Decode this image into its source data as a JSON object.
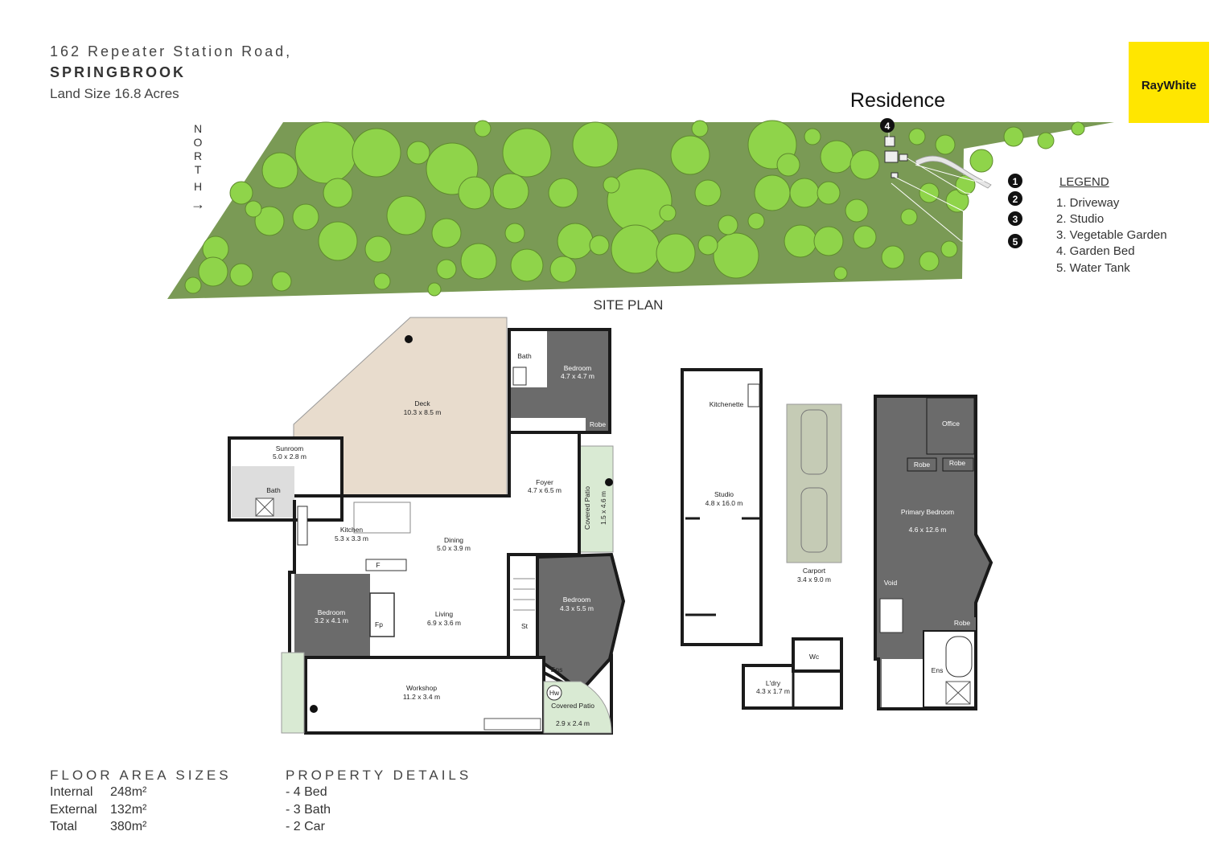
{
  "header": {
    "address": "162 Repeater Station Road,",
    "suburb": "SPRINGBROOK",
    "land_size": "Land Size  16.8 Acres"
  },
  "brand": {
    "name": "RayWhite",
    "color": "#ffe600"
  },
  "site_plan": {
    "title": "SITE PLAN",
    "residence_label": "Residence",
    "north_letters": [
      "N",
      "O",
      "R",
      "T",
      "H"
    ],
    "north_arrow": "→",
    "markers": [
      "1",
      "2",
      "3",
      "4",
      "5"
    ],
    "land_color": "#7a9a55",
    "tree_color": "#8fd44a"
  },
  "legend": {
    "title": "LEGEND",
    "items": [
      "1. Driveway",
      "2. Studio",
      "3. Vegetable Garden",
      "4. Garden Bed",
      "5. Water Tank"
    ]
  },
  "rooms": {
    "deck": {
      "name": "Deck",
      "size": "10.3 x 8.5 m"
    },
    "bath_top": {
      "name": "Bath"
    },
    "bedroom_top": {
      "name": "Bedroom",
      "size": "4.7 x 4.7 m"
    },
    "robe_top": {
      "name": "Robe"
    },
    "sunroom": {
      "name": "Sunroom",
      "size": "5.0 x 2.8 m"
    },
    "bath_left": {
      "name": "Bath"
    },
    "foyer": {
      "name": "Foyer",
      "size": "4.7 x 6.5 m"
    },
    "covered_patio_side": {
      "name": "Covered Patio",
      "size": "1.5 x 4.6 m"
    },
    "kitchen": {
      "name": "Kitchen",
      "size": "5.3 x 3.3 m"
    },
    "dining": {
      "name": "Dining",
      "size": "5.0 x 3.9 m"
    },
    "fridge": {
      "name": "F"
    },
    "bedroom_left": {
      "name": "Bedroom",
      "size": "3.2 x 4.1 m"
    },
    "fireplace": {
      "name": "Fp"
    },
    "living": {
      "name": "Living",
      "size": "6.9 x 3.6 m"
    },
    "bedroom_right": {
      "name": "Bedroom",
      "size": "4.3 x 5.5 m"
    },
    "store": {
      "name": "St"
    },
    "ensuite": {
      "name": "Ens"
    },
    "hot_water": {
      "name": "Hw"
    },
    "workshop": {
      "name": "Workshop",
      "size": "11.2 x 3.4 m"
    },
    "covered_patio_bottom": {
      "name": "Covered Patio",
      "size": "2.9 x 2.4 m"
    },
    "kitchenette": {
      "name": "Kitchenette"
    },
    "studio": {
      "name": "Studio",
      "size": "4.8 x 16.0 m"
    },
    "carport": {
      "name": "Carport",
      "size": "3.4 x 9.0 m"
    },
    "laundry": {
      "name": "L'dry",
      "size": "4.3 x 1.7 m"
    },
    "wc": {
      "name": "Wc"
    },
    "office": {
      "name": "Office"
    },
    "robe_a": {
      "name": "Robe"
    },
    "robe_b": {
      "name": "Robe"
    },
    "primary_bedroom": {
      "name": "Primary Bedroom",
      "size": "4.6 x 12.6 m"
    },
    "void": {
      "name": "Void"
    },
    "robe_c": {
      "name": "Robe"
    },
    "ens_primary": {
      "name": "Ens"
    }
  },
  "floor_area": {
    "title": "FLOOR AREA SIZES",
    "rows": [
      {
        "label": "Internal",
        "value": "248m²"
      },
      {
        "label": "External",
        "value": "132m²"
      },
      {
        "label": "Total",
        "value": "380m²"
      }
    ]
  },
  "property_details": {
    "title": "PROPERTY DETAILS",
    "items": [
      "-  4 Bed",
      "-  3 Bath",
      "-  2 Car"
    ]
  },
  "colors": {
    "room_dark": "#6b6b6b",
    "deck": "#e8dccd",
    "patio": "#d9ead3",
    "carport": "#c5cbb5",
    "wall": "#1a1a1a"
  }
}
